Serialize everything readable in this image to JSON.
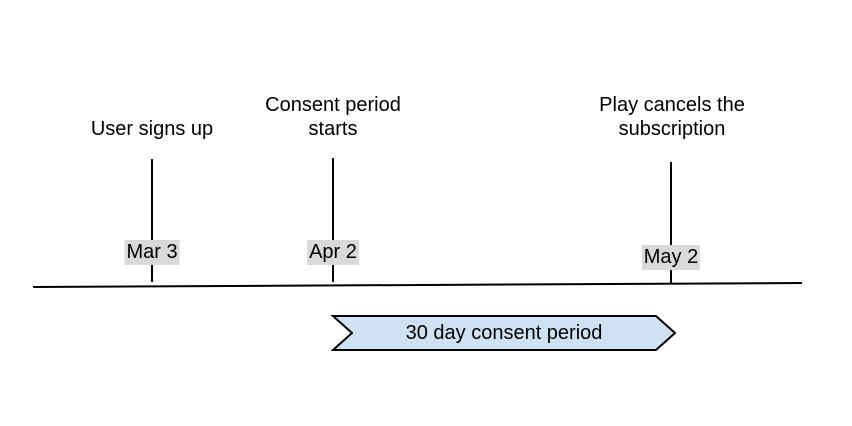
{
  "diagram": {
    "type": "timeline",
    "events": [
      {
        "label": "User signs up",
        "date": "Mar 3"
      },
      {
        "label": "Consent period\nstarts",
        "date": "Apr 2"
      },
      {
        "label": "Play cancels the\nsubscription",
        "date": "May 2"
      }
    ],
    "banner": {
      "label": "30 day consent period"
    }
  },
  "colors": {
    "background": "#ffffff",
    "text": "#000000",
    "line": "#000000",
    "date_badge_bg": "#d9d9d9",
    "banner_fill": "#cfe2f3",
    "banner_border": "#000000"
  }
}
